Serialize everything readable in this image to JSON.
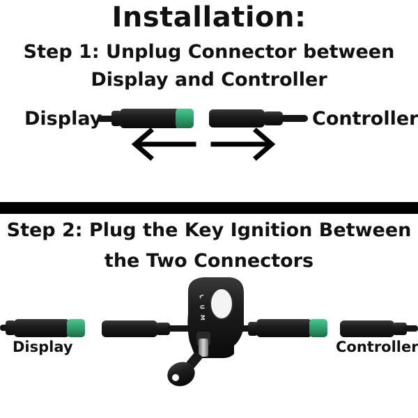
{
  "title": "Installation:",
  "step1": {
    "line1": "Step 1: Unplug Connector between",
    "line2": "Display and Controller",
    "left_label": "Display",
    "right_label": "Controller"
  },
  "step2": {
    "line1": "Step 2: Plug the Key Ignition Between",
    "line2": "the Two Connectors",
    "left_label": "Display",
    "right_label": "Controller",
    "switch_lettering": "L U M"
  },
  "colors": {
    "connector_tip": "#2e9e6a",
    "cable": "#161616",
    "divider": "#000000"
  }
}
